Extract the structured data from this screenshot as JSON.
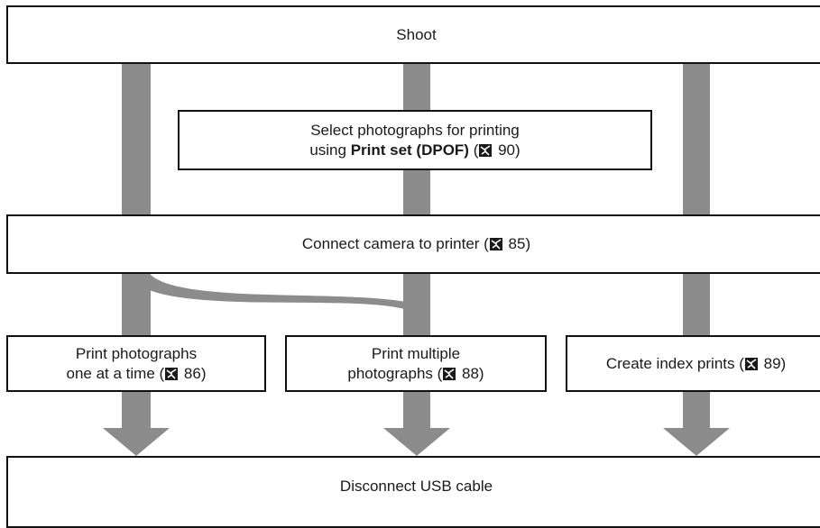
{
  "colors": {
    "arrow": "#8c8c8c",
    "border": "#111111",
    "text": "#1a1a1a"
  },
  "icons": {
    "page_ref": "page-reference-icon"
  },
  "boxes": {
    "shoot": {
      "label": "Shoot"
    },
    "select": {
      "line1": "Select photographs for printing",
      "line2_prefix": "using ",
      "line2_bold": "Print set (DPOF)",
      "line2_open": " (",
      "line2_page": " 90)"
    },
    "connect": {
      "label_prefix": "Connect camera to printer (",
      "page": " 85)"
    },
    "print_one": {
      "line1": "Print photographs",
      "line2_prefix": "one at a time (",
      "page": " 86)"
    },
    "print_multi": {
      "line1": "Print multiple",
      "line2_prefix": "photographs (",
      "page": " 88)"
    },
    "index": {
      "label_prefix": "Create index prints (",
      "page": " 89)"
    },
    "disconnect": {
      "label": "Disconnect USB cable"
    }
  }
}
